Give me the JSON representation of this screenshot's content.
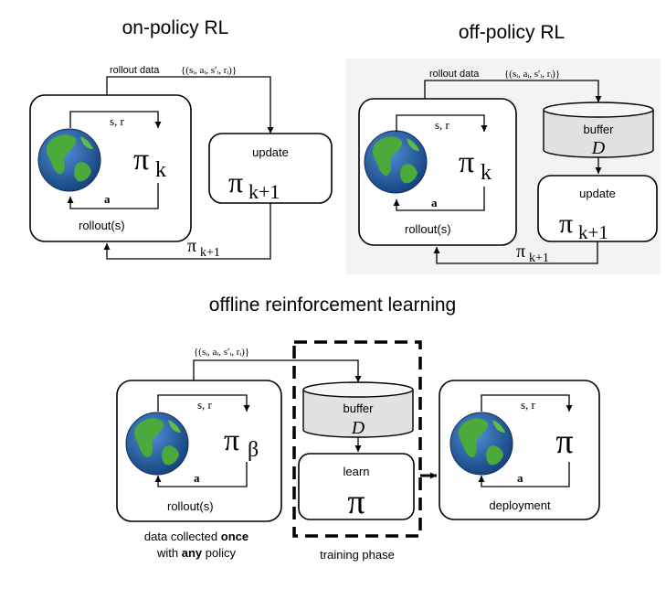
{
  "titles": {
    "on_policy": "on-policy RL",
    "off_policy": "off-policy RL",
    "offline": "offline reinforcement learning"
  },
  "labels": {
    "rollout_data": "rollout data",
    "rollouts": "rollout(s)",
    "update": "update",
    "buffer": "buffer",
    "learn": "learn",
    "deployment": "deployment",
    "training_phase": "training phase"
  },
  "caption": {
    "line1_pre": "data collected ",
    "line1_bold": "once",
    "line2_pre": "with ",
    "line2_bold": "any",
    "line2_post": " policy"
  },
  "math": {
    "pi": "π",
    "sub_k": "k",
    "sub_k1": "k+1",
    "sub_beta": "β",
    "state_reward": "s, r",
    "action": "a",
    "buffer_symbol": "D",
    "tuple_set": "{(sᵢ, aᵢ, s′ᵢ, rᵢ)}"
  },
  "colors": {
    "ocean": "#1f5fa8",
    "land": "#4caa3c",
    "buffer_fill": "#e2e2e2"
  }
}
